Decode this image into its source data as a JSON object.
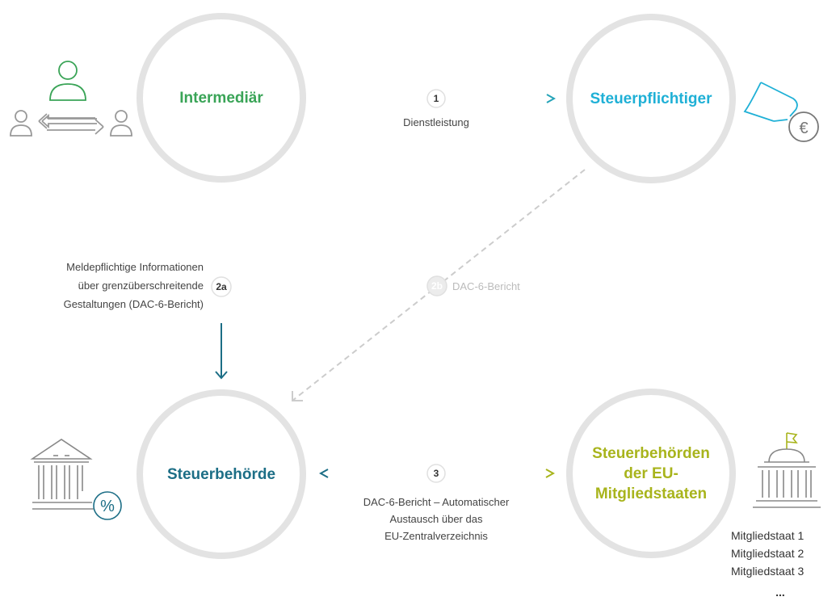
{
  "nodes": {
    "intermediaer": {
      "label": "Intermediär",
      "color": "#3aa457"
    },
    "steuerpflichtiger": {
      "label": "Steuerpflichtiger",
      "color": "#1fb0d6"
    },
    "steuerbehoerde": {
      "label": "Steuerbehörde",
      "color": "#1c6e86"
    },
    "eu_behoerden": {
      "lines": [
        "Steuerbehörden",
        "der EU-",
        "Mitgliedstaaten"
      ],
      "color": "#a8b41c"
    }
  },
  "flows": {
    "flow1": {
      "badge": "1",
      "label": "Dienstleistung"
    },
    "flow2a": {
      "badge": "2a",
      "lines": [
        "Meldepflichtige Informationen",
        "über grenzüberschreitende",
        "Gestaltungen (DAC-6-Bericht)"
      ]
    },
    "flow2b": {
      "badge": "2b",
      "label": "DAC-6-Bericht"
    },
    "flow3": {
      "badge": "3",
      "lines": [
        "DAC-6-Bericht – Automatischer",
        "Austausch über das",
        "EU-Zentralverzeichnis"
      ]
    }
  },
  "icons": {
    "people_exchange": "people-exchange-icon",
    "hand_euro": "hand-euro-icon",
    "euro_symbol": "€",
    "bank_percent": "bank-percent-icon",
    "percent_symbol": "%",
    "capitol": "capitol-flag-icon"
  },
  "member_states": [
    "Mitgliedstaat 1",
    "Mitgliedstaat 2",
    "Mitgliedstaat 3",
    "..."
  ],
  "colors": {
    "circle_ring": "#e3e3e3",
    "arrow_green_teal": "#2e9e8a",
    "arrow_teal": "#1c6e86",
    "arrow_dashed": "#cccccc",
    "icon_grey": "#888888"
  }
}
